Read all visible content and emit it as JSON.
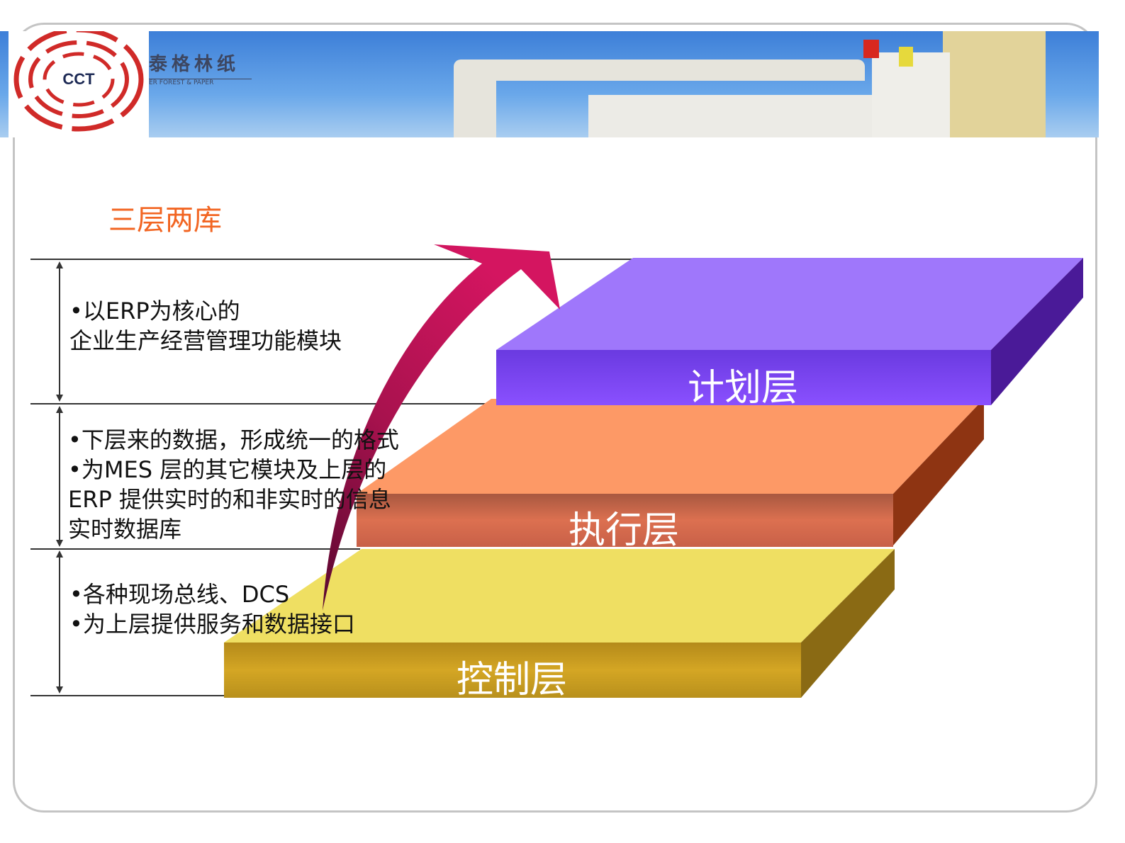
{
  "header": {
    "logo_text": "CCT",
    "brand_cn": "泰格林纸",
    "brand_en": "ER FOREST & PAPER"
  },
  "title": "三层两库",
  "sections": [
    {
      "lines": [
        "•以ERP为核心的",
        "企业生产经营管理功能模块"
      ]
    },
    {
      "lines": [
        "•下层来的数据，形成统一的格式",
        "•为MES 层的其它模块及上层的",
        "ERP 提供实时的和非实时的信息",
        "实时数据库"
      ]
    },
    {
      "lines": [
        "•各种现场总线、DCS",
        "•为上层提供服务和数据接口"
      ]
    }
  ],
  "layers": [
    {
      "label": "计划层",
      "color": "#9f77fb"
    },
    {
      "label": "执行层",
      "color": "#fd9966"
    },
    {
      "label": "控制层",
      "color": "#efdf62"
    }
  ],
  "colors": {
    "title": "#f26522",
    "arrow": "#cc1060"
  }
}
